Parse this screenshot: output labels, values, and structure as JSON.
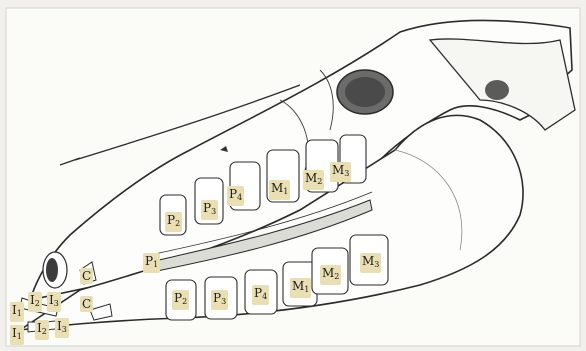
{
  "diagram": {
    "teeth_labels": {
      "upper": {
        "I1": "I1",
        "I2": "I2",
        "I3": "I3",
        "C": "C",
        "P1": "P1",
        "P2": "P2",
        "P3": "P3",
        "P4": "P4",
        "M1": "M1",
        "M2": "M2",
        "M3": "M3"
      },
      "lower": {
        "I1": "I1",
        "I2": "I2",
        "I3": "I3",
        "C": "C",
        "P2": "P2",
        "P3": "P3",
        "P4": "P4",
        "M1": "M1",
        "M2": "M2",
        "M3": "M3"
      }
    }
  }
}
